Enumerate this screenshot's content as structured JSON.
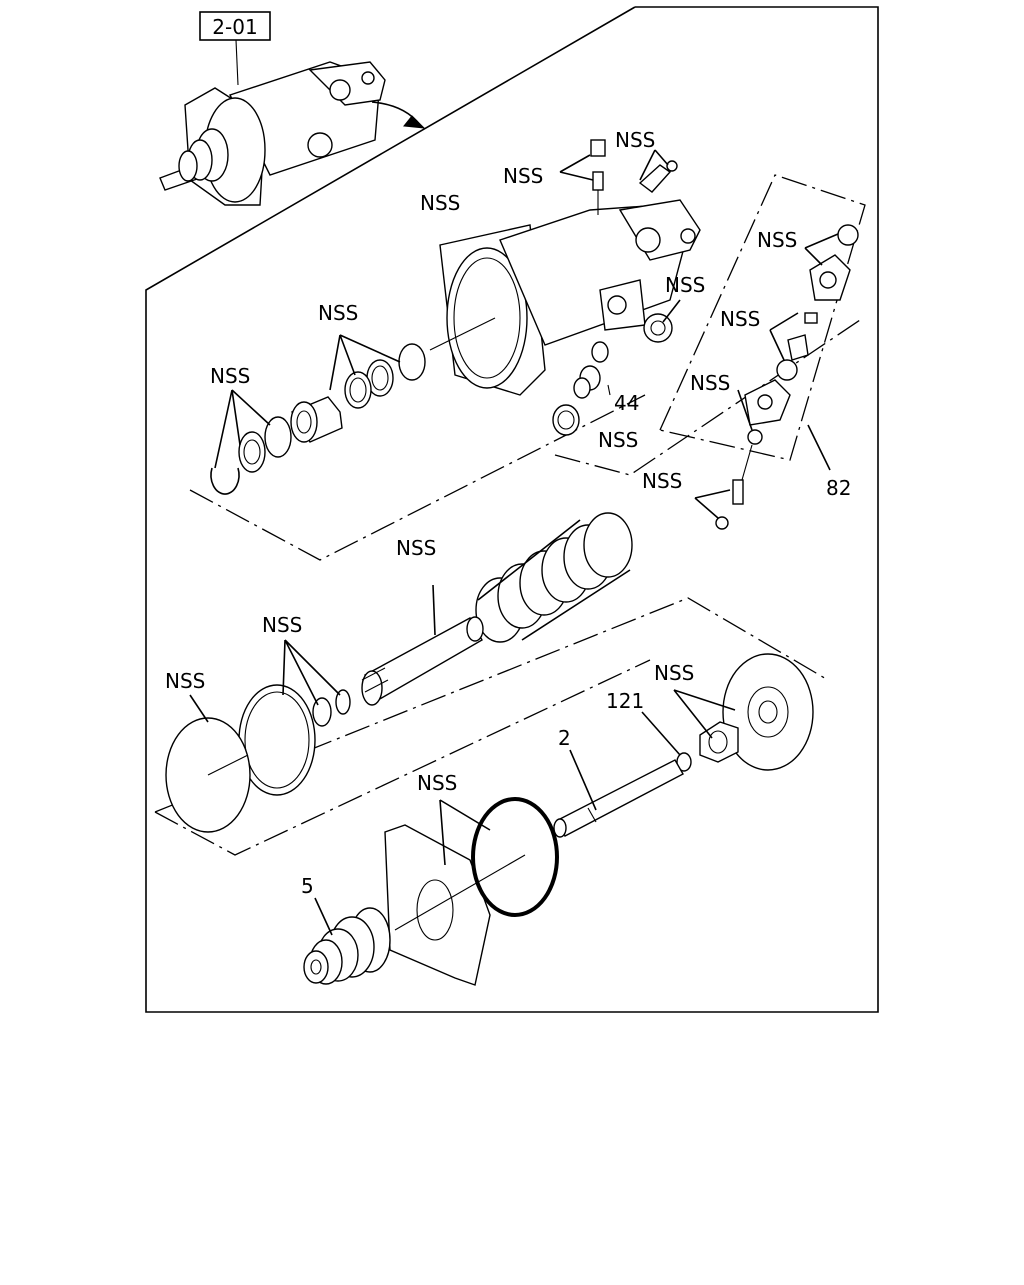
{
  "diagram": {
    "ref_label": "2-01",
    "labels": {
      "nss": "NSS",
      "p44": "44",
      "p82": "82",
      "p121": "121",
      "p2": "2",
      "p5": "5"
    }
  }
}
